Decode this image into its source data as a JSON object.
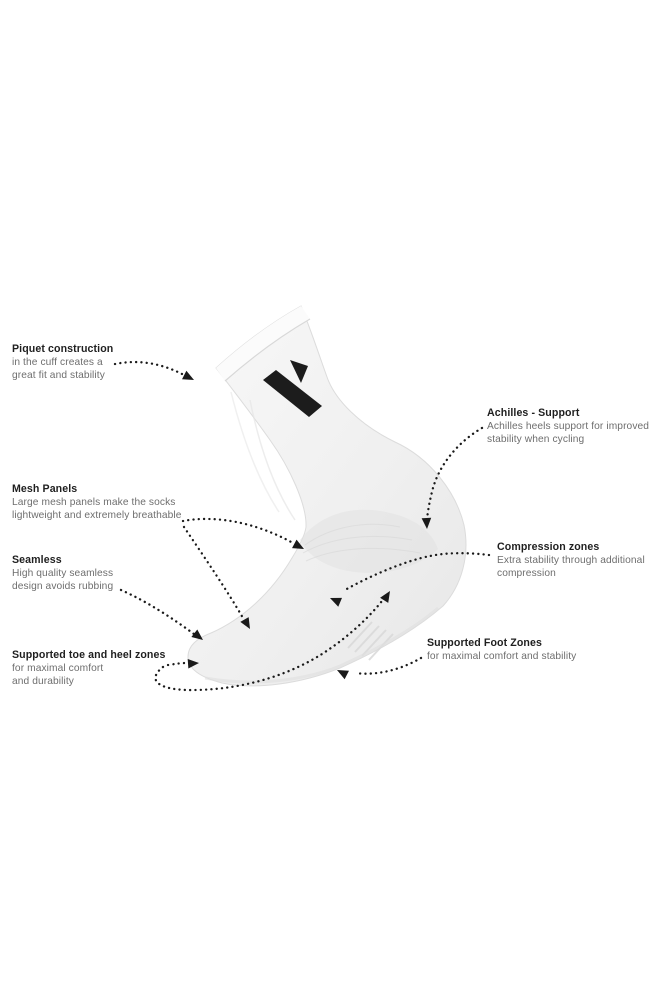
{
  "page": {
    "background": "#ffffff",
    "type": "product-feature-diagram",
    "subject": "white cycling sock with black brand logo"
  },
  "colors": {
    "sock_base": "#f0f0f0",
    "sock_cuff": "#fbfbfb",
    "sock_shadow": "#e2e2e2",
    "logo": "#1c1c1c",
    "arrow": "#1a1a1a",
    "title_text": "#1f1f1f",
    "body_text": "#6e6e6e"
  },
  "annotations": {
    "piquet": {
      "title": "Piquet construction",
      "line1": "in the cuff creates a",
      "line2": "great fit and stability"
    },
    "achilles": {
      "title": "Achilles - Support",
      "line1": "Achilles heels support for improved",
      "line2": "stability when cycling"
    },
    "mesh": {
      "title": "Mesh Panels",
      "line1": "Large mesh panels make the socks",
      "line2": "lightweight and extremely breathable"
    },
    "seamless": {
      "title": "Seamless",
      "line1": "High quality seamless",
      "line2": "design avoids rubbing"
    },
    "compression": {
      "title": "Compression zones",
      "line1": "Extra stability through additional",
      "line2": "compression"
    },
    "toeheel": {
      "title": "Supported toe and heel zones",
      "line1": "for maximal comfort",
      "line2": "and durability"
    },
    "footzones": {
      "title": "Supported Foot Zones",
      "line1": "for maximal comfort and stability",
      "line2": ""
    }
  }
}
